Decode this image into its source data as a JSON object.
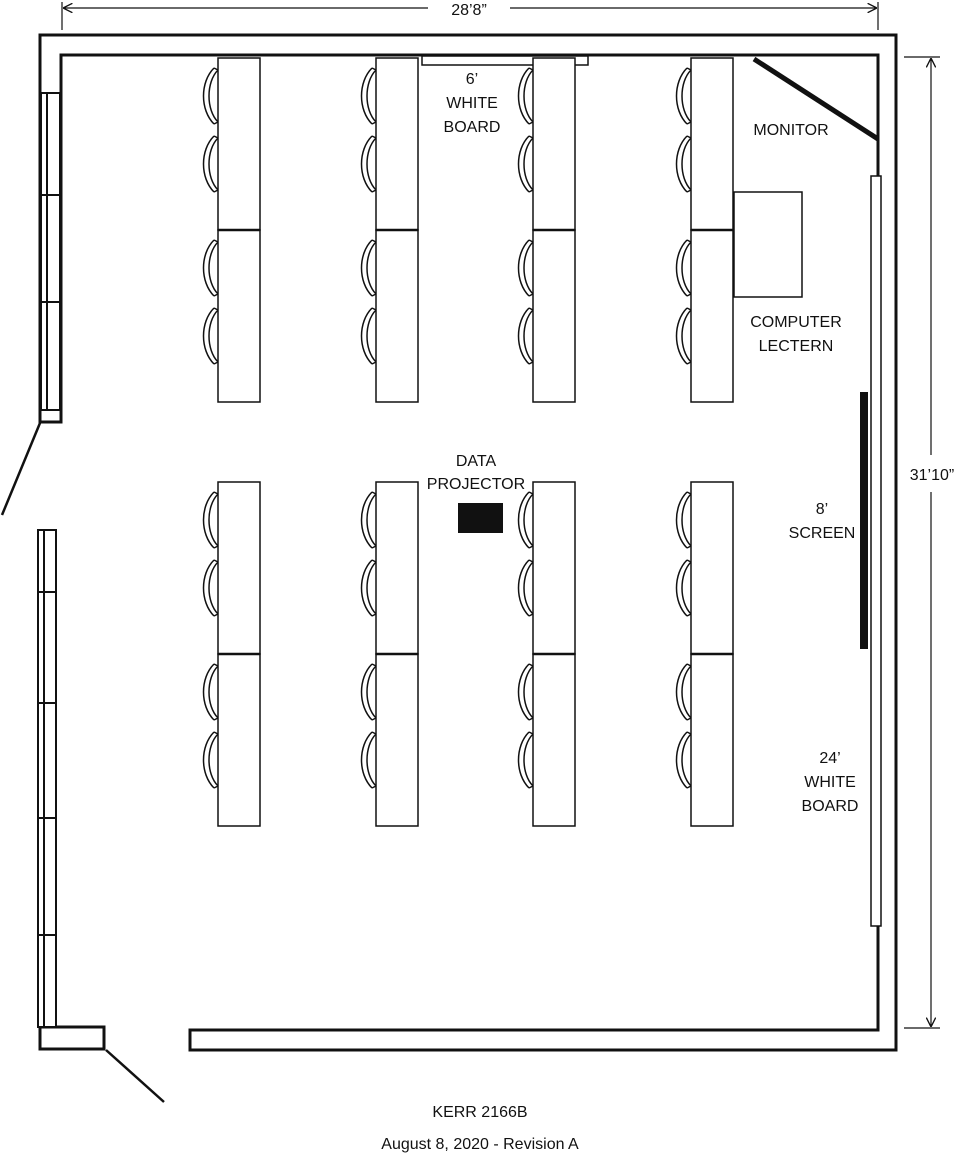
{
  "dimensions": {
    "width": "28’8”",
    "height": "31’10”"
  },
  "labels": {
    "whiteboard_small": [
      "6’",
      "WHITE",
      "BOARD"
    ],
    "monitor": [
      "MONITOR"
    ],
    "computer_lectern": [
      "COMPUTER",
      "LECTERN"
    ],
    "data_projector": [
      "DATA",
      "PROJECTOR"
    ],
    "screen": [
      "8’",
      "SCREEN"
    ],
    "whiteboard_large": [
      "24’",
      "WHITE",
      "BOARD"
    ]
  },
  "seating": {
    "table_rows": 2,
    "table_columns": 4,
    "desks_per_table": 2,
    "chairs_per_desk": 2
  },
  "footer": {
    "room": "KERR 2166B",
    "revision": "August 8, 2020 - Revision A"
  }
}
